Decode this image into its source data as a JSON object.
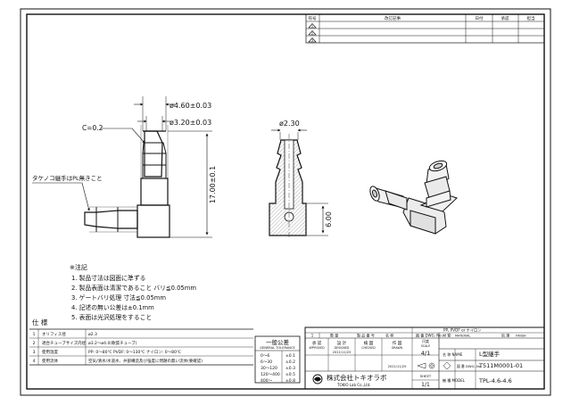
{
  "revision_block": {
    "headers": [
      "符号",
      "改訂記事",
      "日付",
      "承認",
      "担当"
    ],
    "symbols": [
      "1",
      "2",
      "3"
    ]
  },
  "dimensions": {
    "outer_dia": "ø4.60±0.03",
    "inner_dia": "ø3.20±0.03",
    "chamfer": "C=0.2",
    "bore": "ø2.30",
    "height": "17.00±0.1",
    "section_depth": "6.00",
    "hose_note": "タケノコ継手はPL無きこと"
  },
  "notes": {
    "title": "※注記",
    "items": [
      "1. 製品寸法は図面に準ずる",
      "2. 製品表面は清潔であること バリ≦0.05mm",
      "3. ゲートバリ処理 寸法≦0.05mm",
      "4. 記述の無い公差は±0.1mm",
      "5. 表面は光沢処理をすること"
    ]
  },
  "spec": {
    "title": "仕 様",
    "rows": [
      {
        "no": "1",
        "item": "オリフィス径",
        "value": "ø2.3"
      },
      {
        "no": "2",
        "item": "適合チューブサイズ内径",
        "value": "ø3.2〜ø4.0(軟質チューブ)"
      },
      {
        "no": "3",
        "item": "使用温度",
        "value": "PP: 0〜80℃  PVDF: 0〜130℃  ナイロン: 0〜80℃"
      },
      {
        "no": "4",
        "item": "使用流体",
        "value": "空気/清水/水道水、弁部構造及び強度に問題の無い流体(要確認)"
      }
    ]
  },
  "tolerance": {
    "title": "一般公差",
    "subtitle": "GENERAL TOLERANCE",
    "rows": [
      {
        "range": "0〜6",
        "tol": "±0.1"
      },
      {
        "range": "6〜30",
        "tol": "±0.2"
      },
      {
        "range": "30〜120",
        "tol": "±0.3"
      },
      {
        "range": "120〜400",
        "tol": "±0.5"
      },
      {
        "range": "400〜",
        "tol": "±0.8"
      }
    ]
  },
  "title_block": {
    "material_value": "PP, PVDF or ナイロン",
    "row_no": "1",
    "qty_label": "数 量",
    "product_name_label": "製 品 番 号",
    "name_label": "名 称",
    "material_label": "材 質",
    "material_en": "MATERIAL",
    "finish_label": "処 理",
    "finish_en": "FINISH",
    "approved_label": "承 認",
    "approved_en": "APPROVED",
    "checked_label": "検 図",
    "checked_en": "CHECKED",
    "designed_label": "設 計",
    "designed_en": "DESIGNED",
    "draw_label": "作 図",
    "draw_en": "DRAWN",
    "date1": "2021/11/25",
    "date2": "2021/11/25",
    "dwg_label": "図 番 DWG. No.",
    "scale_label": "尺度",
    "scale_en": "SCALE",
    "scale_value": "4/1",
    "sheet_label": "SHEET",
    "sheet_value": "1/1",
    "part_name_label": "名 称 NAME",
    "part_name": "L型継手",
    "drawing_label": "図 番 DWG. No.",
    "drawing_no": "T511M0001-01",
    "model_label": "機 種 MODEL",
    "model": "TPL-4.6-4.6",
    "company": "株式会社トキオラボ",
    "company_en": "TOKIO Lab Co.,Ltd."
  }
}
